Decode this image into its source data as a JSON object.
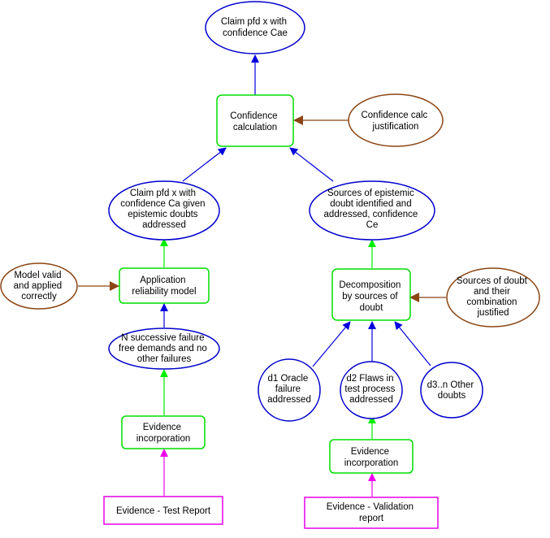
{
  "colors": {
    "claim": "#0000cc",
    "strategy": "#00dd00",
    "justification": "#8b4513",
    "evidence": "#e600e6",
    "arrow_blue": "#0000dd",
    "arrow_green": "#00ee00",
    "arrow_brown": "#8b4513",
    "arrow_magenta": "#ee00ee"
  },
  "nodes": {
    "top_claim": {
      "lines": [
        "Claim pfd x with",
        "confidence Cae"
      ]
    },
    "conf_calc": {
      "lines": [
        "Confidence",
        "calculation"
      ]
    },
    "conf_just": {
      "lines": [
        "Confidence calc",
        "justification"
      ]
    },
    "claim_ca": {
      "lines": [
        "Claim pfd x with",
        "confidence Ca given",
        "epistemic doubts",
        "addressed"
      ]
    },
    "sources_ce": {
      "lines": [
        "Sources of epistemic",
        "doubt identified and",
        "addressed, confidence",
        "Ce"
      ]
    },
    "model_valid": {
      "lines": [
        "Model valid",
        "and applied",
        "correctly"
      ]
    },
    "app_model": {
      "lines": [
        "Application",
        "reliability model"
      ]
    },
    "decomp": {
      "lines": [
        "Decomposition",
        "by sources of",
        "doubt"
      ]
    },
    "sources_just": {
      "lines": [
        "Sources of doubt",
        "and their",
        "combination",
        "justified"
      ]
    },
    "n_successive": {
      "lines": [
        "N successive failure",
        "free demands and no",
        "other failures"
      ]
    },
    "d1": {
      "lines": [
        "d1 Oracle",
        "failure",
        "addressed"
      ]
    },
    "d2": {
      "lines": [
        "d2 Flaws in",
        "test process",
        "addressed"
      ]
    },
    "d3": {
      "lines": [
        "d3..n Other",
        "doubts"
      ]
    },
    "evid_inc_left": {
      "lines": [
        "Evidence",
        "incorporation"
      ]
    },
    "evid_inc_right": {
      "lines": [
        "Evidence",
        "incorporation"
      ]
    },
    "test_report": {
      "lines": [
        "Evidence - Test Report"
      ]
    },
    "val_report": {
      "lines": [
        "Evidence - Validation",
        "report"
      ]
    }
  }
}
